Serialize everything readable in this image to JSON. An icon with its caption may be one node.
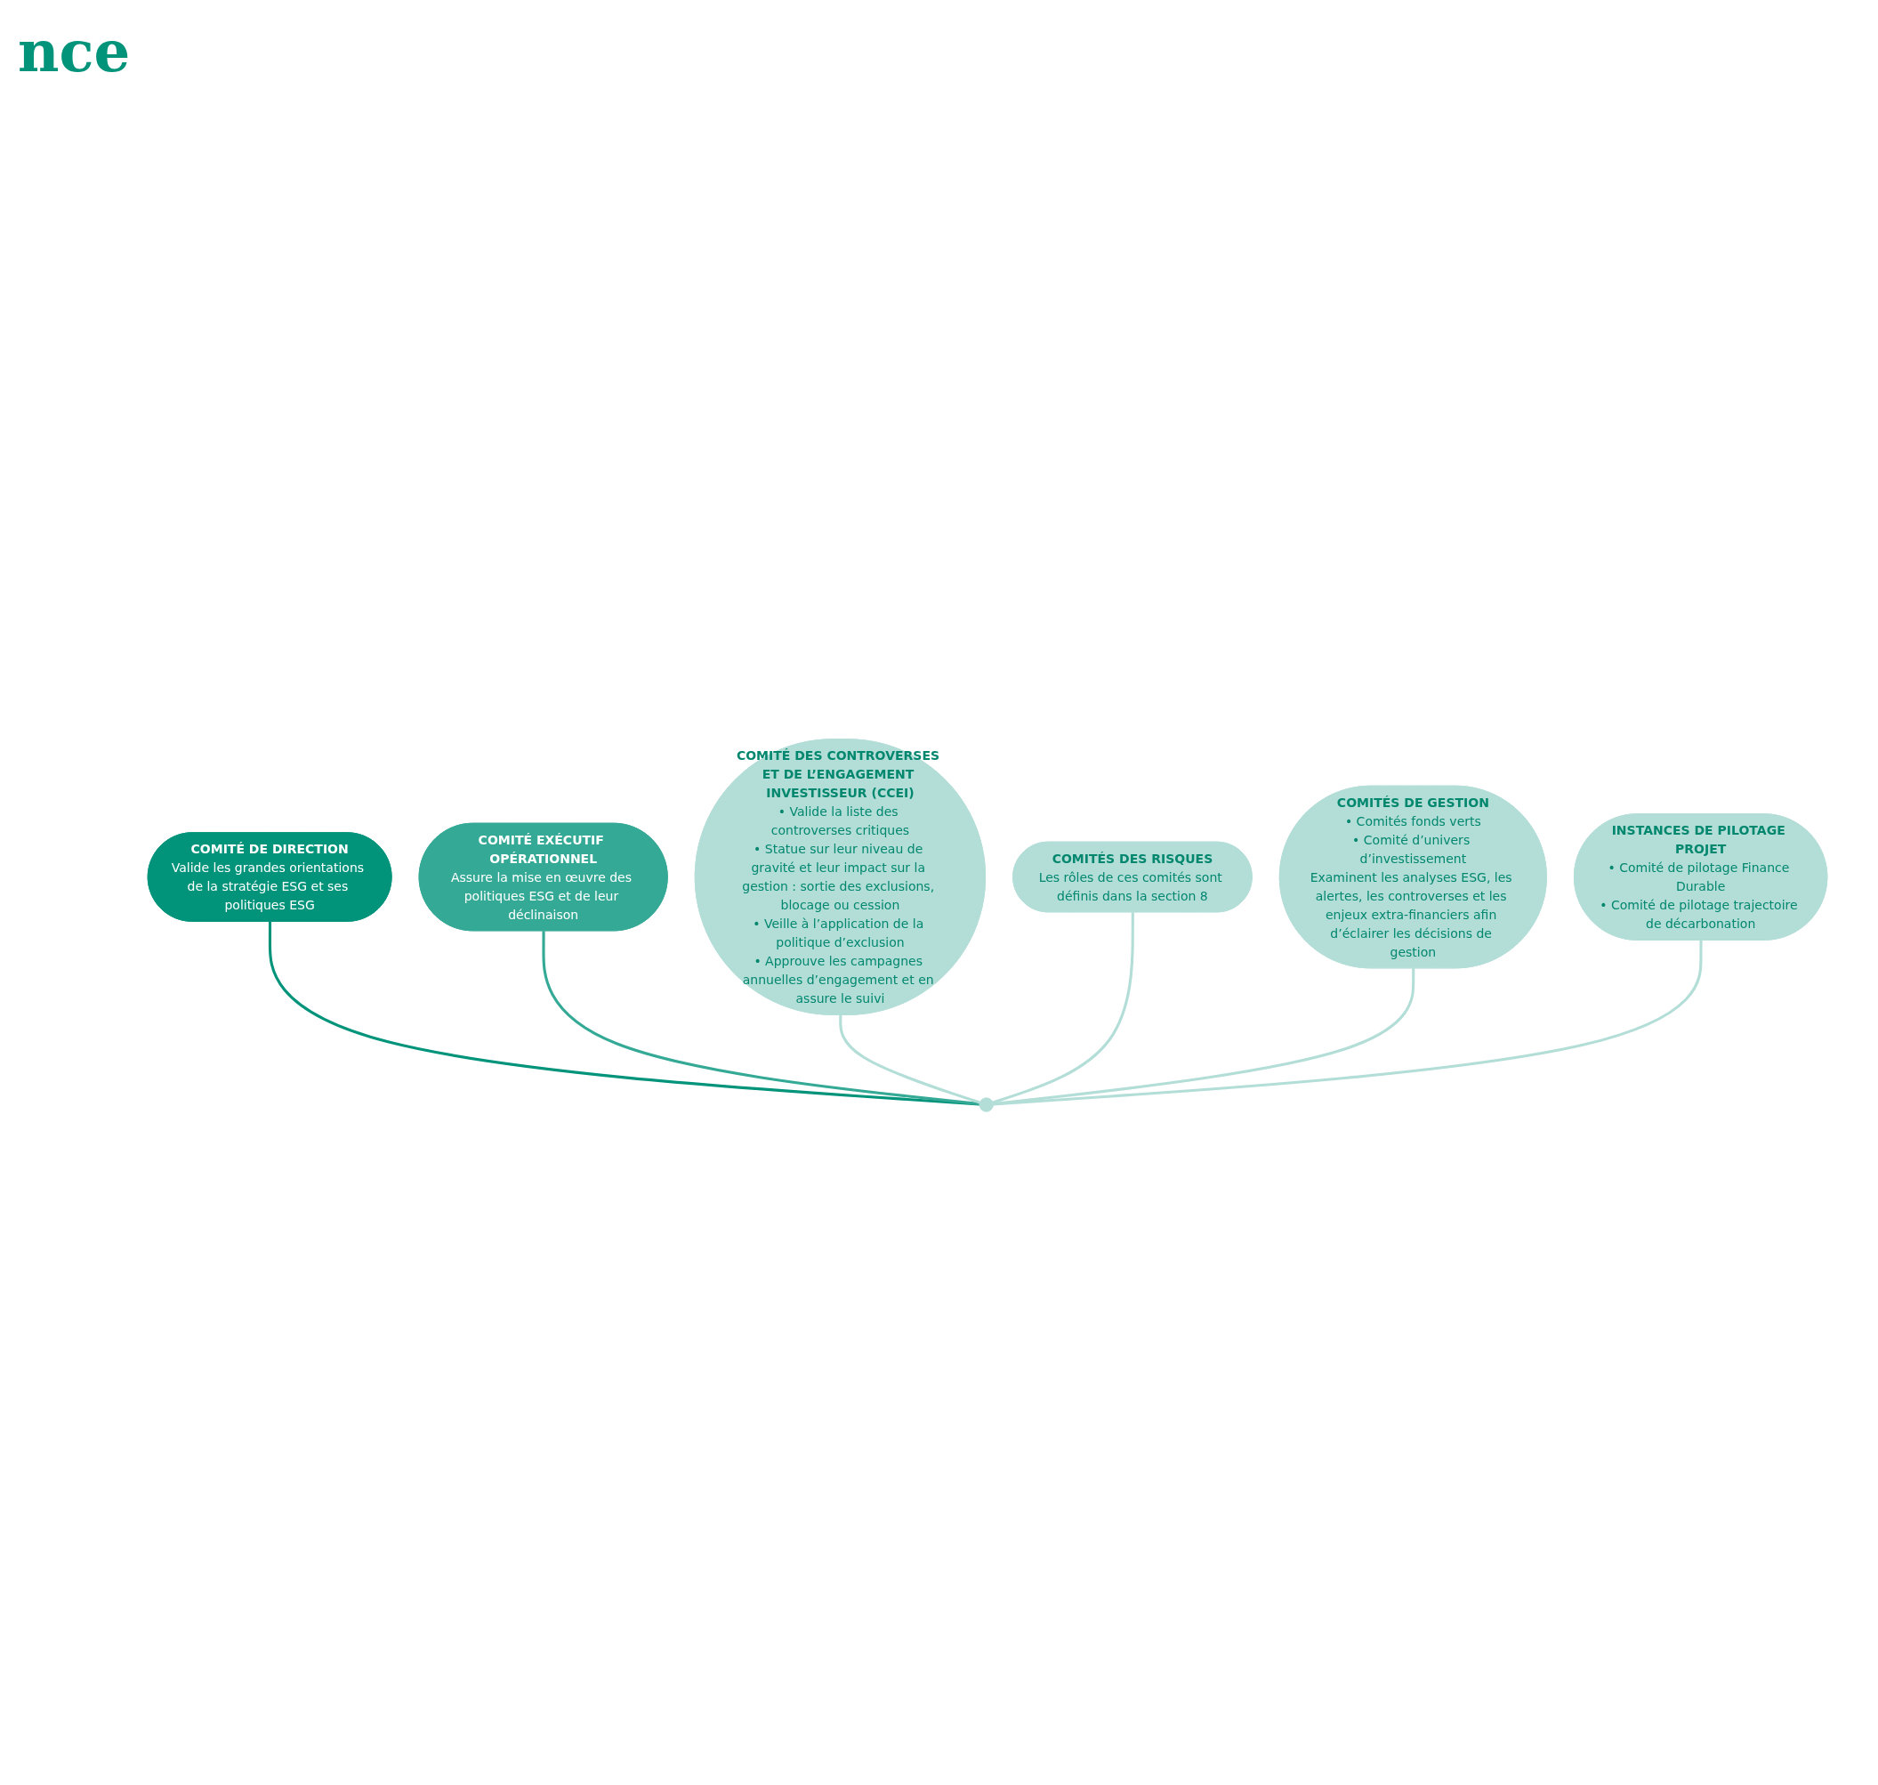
{
  "diagram": {
    "nodes": [
      {
        "text": [
          "COMITÉ DE DIRECTION",
          "Valide les grandes orientations de la stratégie ESG et ses politiques ESG"
        ]
      },
      {
        "text": [
          "COMITÉ EXÉCUTIF OPÉRATIONNEL",
          "Assure la mise en œuvre des politiques ESG et de leur déclinaison"
        ]
      },
      {
        "text": [
          "COMITÉ DES CONTROVERSES ET DE L’ENGAGEMENT INVESTISSEUR (CCEI)",
          "• Valide la liste des controverses critiques",
          "• Statue sur leur niveau de gravité et leur impact sur la gestion : sortie des exclusions, blocage ou cession",
          "• Veille à l’application de la politique d’exclusion",
          "• Approuve les campagnes annuelles d’engagement et en assure le suivi"
        ]
      },
      {
        "text": [
          "COMITÉS DES RISQUES",
          "Les rôles de ces comités sont définis dans la section 8"
        ]
      },
      {
        "text": [
          "COMITÉS DE GESTION",
          "• Comités fonds verts",
          "• Comité d’univers d’investissement",
          "Examinent les analyses ESG, les alertes, les controverses et les enjeux extra-financiers afin d’éclairer les décisions de gestion"
        ]
      },
      {
        "text": [
          "INSTANCES DE PILOTAGE PROJET",
          "• Comité de pilotage Finance Durable",
          "• Comité de pilotage trajectoire de décarbonation"
        ]
      },
      {
        "text": [],
        "shape": "circle"
      }
    ],
    "edges": [
      {
        "from": 0,
        "to": 6,
        "arrow": "none",
        "color": "#02937b"
      },
      {
        "from": 1,
        "to": 6,
        "arrow": "none",
        "color": "#34a995"
      },
      {
        "from": 2,
        "to": 6,
        "arrow": "none"
      },
      {
        "from": 3,
        "to": 6,
        "arrow": "none"
      },
      {
        "from": 4,
        "to": 6,
        "arrow": "none"
      },
      {
        "from": 5,
        "to": 6,
        "arrow": "none"
      }
    ],
    "labels": [
      "nce"
    ]
  }
}
